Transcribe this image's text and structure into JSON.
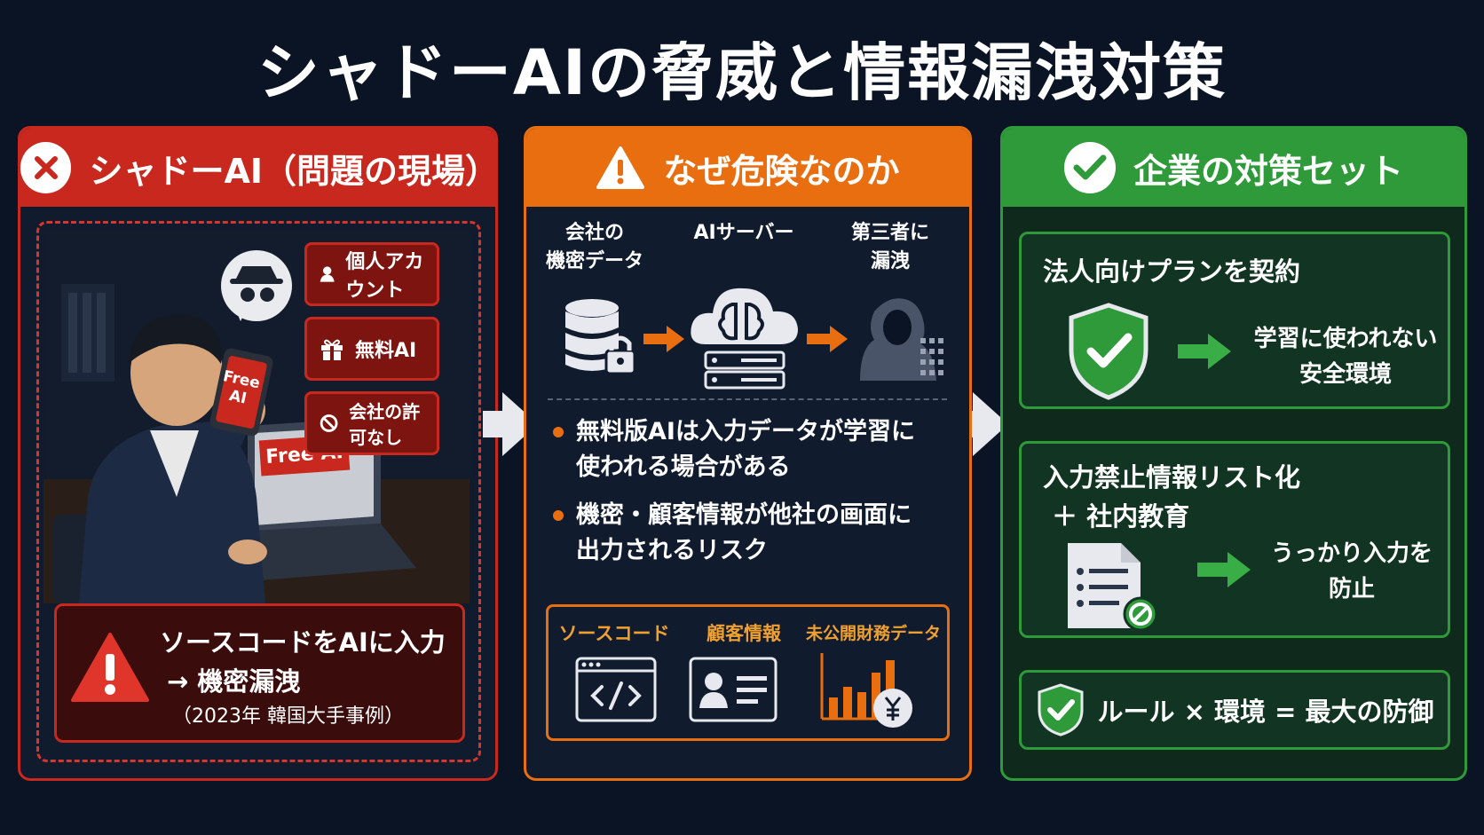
{
  "title": "シャドーAIの脅威と情報漏洩対策",
  "colors": {
    "red": "#c8281e",
    "orange": "#e86e10",
    "green": "#2e9a3a",
    "background": "#0b1424"
  },
  "panel1": {
    "header": "シャドーAI（問題の現場）",
    "header_icon": "x-circle-icon",
    "tags": [
      {
        "icon": "user-icon",
        "label": "個人アカウント"
      },
      {
        "icon": "gift-icon",
        "label": "無料AI"
      },
      {
        "icon": "prohibited-icon",
        "label": "会社の許可なし"
      }
    ],
    "phone_text": "Free AI",
    "laptop_text": "Free AI",
    "alert": {
      "icon": "warning-triangle-icon",
      "line1": "ソースコードをAIに入力",
      "line2": "→ 機密漏洩",
      "line3": "（2023年 韓国大手事例）"
    }
  },
  "panel2": {
    "header": "なぜ危険なのか",
    "header_icon": "warning-icon",
    "flow": [
      {
        "label_line1": "会社の",
        "label_line2": "機密データ",
        "icon": "database-lock-icon"
      },
      {
        "label_line1": "AIサーバー",
        "label_line2": "",
        "icon": "cloud-brain-server-icon"
      },
      {
        "label_line1": "第三者に",
        "label_line2": "漏洩",
        "icon": "hacker-icon"
      }
    ],
    "bullets": [
      {
        "line1": "無料版AIは入力データが学習に",
        "line2": "使われる場合がある"
      },
      {
        "line1": "機密・顧客情報が他社の画面に",
        "line2": "出力されるリスク"
      }
    ],
    "data_types": [
      {
        "label": "ソースコード",
        "icon": "code-window-icon"
      },
      {
        "label": "顧客情報",
        "icon": "id-card-icon"
      },
      {
        "label": "未公開財務データ",
        "icon": "bar-chart-yen-icon"
      }
    ]
  },
  "panel3": {
    "header": "企業の対策セット",
    "header_icon": "check-circle-icon",
    "cards": [
      {
        "title": "法人向けプランを契約",
        "note_line1": "学習に使われない",
        "note_line2": "安全環境",
        "icon": "shield-check-icon"
      },
      {
        "title_line1": "入力禁止情報リスト化",
        "title_line2": "＋ 社内教育",
        "note_line1": "うっかり入力を",
        "note_line2": "防止",
        "icon": "checklist-prohibited-icon"
      }
    ],
    "summary": "ルール × 環境 = 最大の防御",
    "summary_icon": "shield-check-small-icon"
  }
}
